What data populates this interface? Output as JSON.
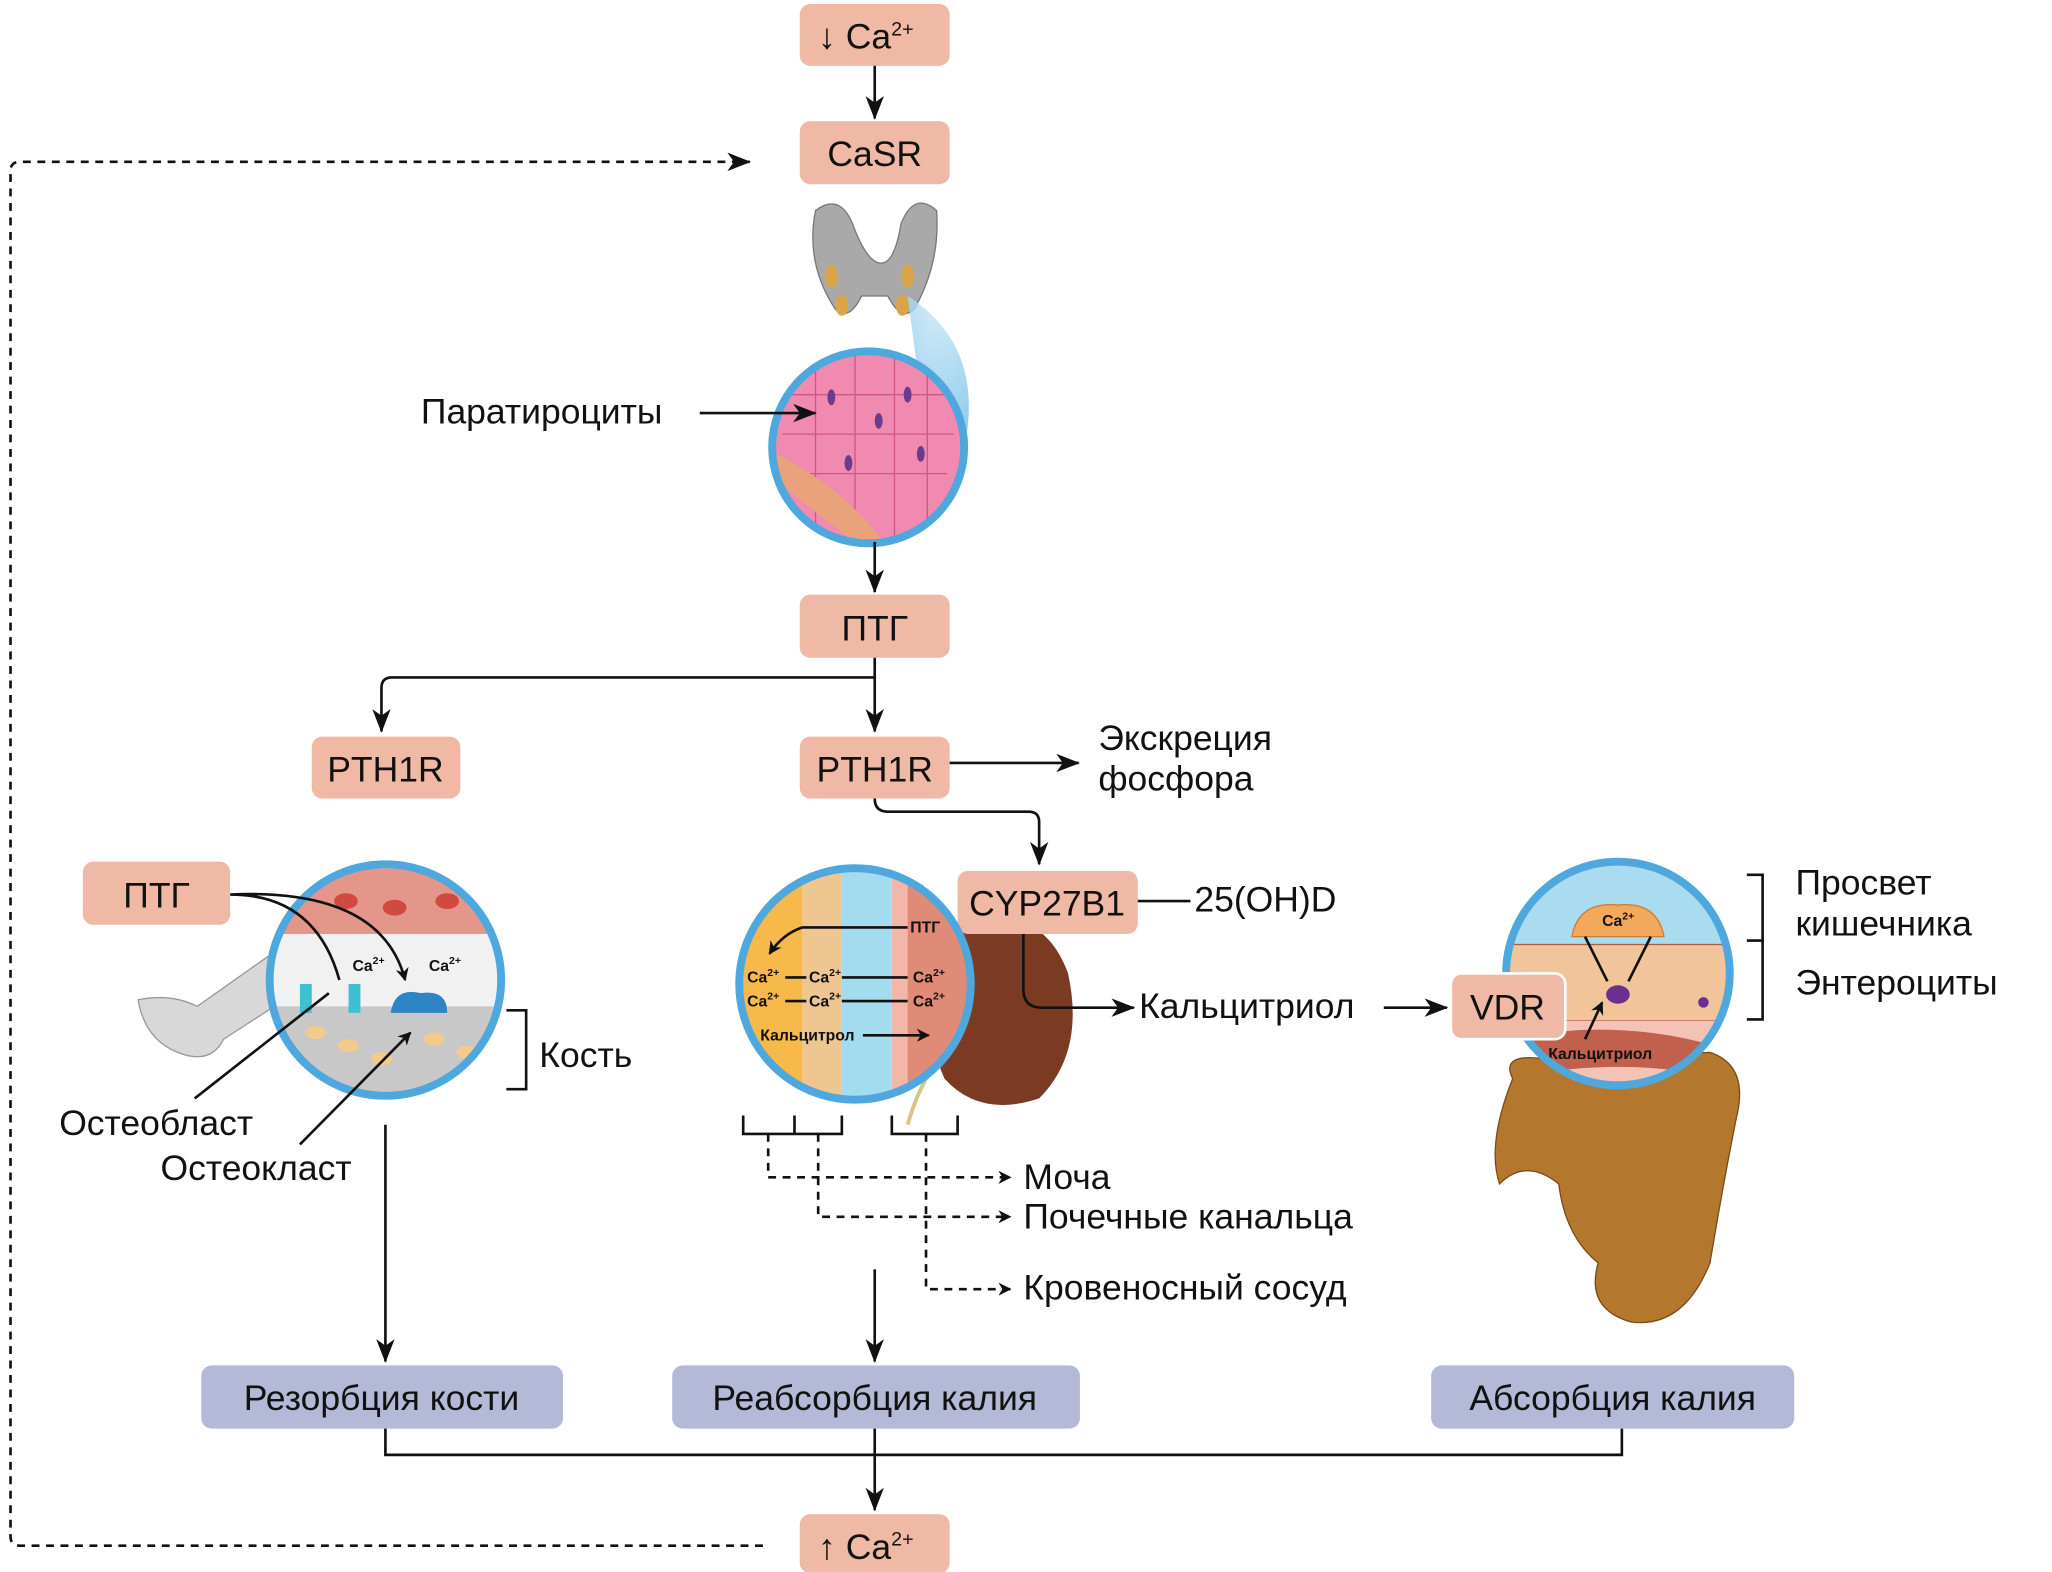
{
  "colors": {
    "node": "#efb9a6",
    "outcome": "#b3b9d6",
    "ring": "#4ea8dd"
  },
  "nodes": {
    "ca_low": {
      "arrow": "↓",
      "text": "Ca",
      "sup": "2+"
    },
    "casr": "CaSR",
    "pth_main": "ПТГ",
    "pth1r_bone": "PTH1R",
    "pth1r_kidney": "PTH1R",
    "cyp27b1": "CYP27B1",
    "vdr": "VDR",
    "pth_bone": "ПТГ",
    "ca_high": {
      "arrow": "↑",
      "text": "Ca",
      "sup": "2+"
    }
  },
  "labels": {
    "parathyrocytes": "Паратироциты",
    "phosphate_excretion_1": "Экскреция",
    "phosphate_excretion_2": "фосфора",
    "vitd": "25(OH)D",
    "calcitriol": "Кальцитриол",
    "lumen_1": "Просвет",
    "lumen_2": "кишечника",
    "enterocytes": "Энтероциты",
    "bone": "Кость",
    "osteoblast": "Остеобласт",
    "osteoclast": "Остеокласт",
    "urine": "Моча",
    "tubules": "Почечные канальца",
    "vessel": "Кровеносный сосуд"
  },
  "insets": {
    "bone": {
      "ca": "Ca",
      "sup": "2+"
    },
    "kidney": {
      "pth": "ПТГ",
      "ca": "Ca",
      "sup": "2+",
      "calcitriol": "Кальцитрол"
    },
    "intestine": {
      "ca": "Ca",
      "sup": "2+",
      "calcitriol": "Кальцитриол"
    }
  },
  "outcomes": {
    "bone_resorption": "Резорбция кости",
    "kidney_reabsorption": "Реабсорбция калия",
    "gut_absorption": "Абсорбция калия"
  }
}
